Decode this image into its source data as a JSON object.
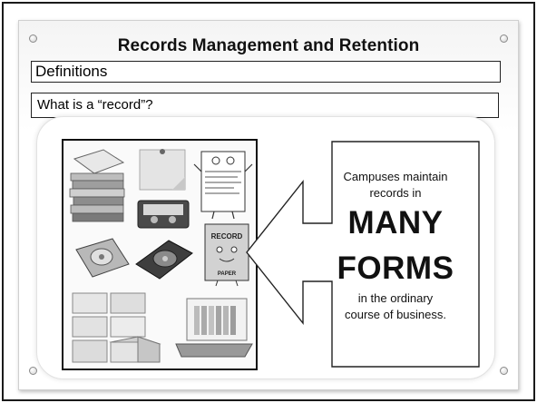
{
  "slide": {
    "title": "Records Management and Retention",
    "section_label": "Definitions",
    "question": "What is a “record”?"
  },
  "callout": {
    "line1": "Campuses maintain",
    "line2": "records in",
    "big1": "MANY",
    "big2": "FORMS",
    "line3": "in the ordinary",
    "line4": "course of business."
  },
  "collage": {
    "record_sign_top": "RECORD",
    "record_sign_bottom": "PAPER"
  },
  "icons": {
    "pins": "pushpin-icon",
    "arrow": "left-arrow-callout"
  }
}
